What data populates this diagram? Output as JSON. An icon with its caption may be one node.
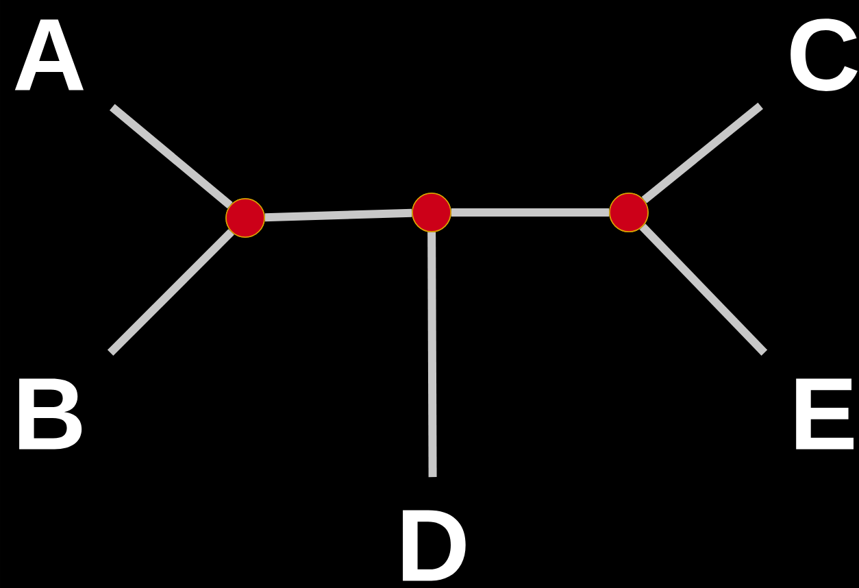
{
  "diagram": {
    "nodes": [
      {
        "text": [
          "A"
        ]
      },
      {
        "text": [
          "C"
        ]
      },
      {
        "text": [],
        "shape": "circle"
      },
      {
        "text": [],
        "shape": "circle"
      },
      {
        "text": [],
        "shape": "circle"
      },
      {
        "text": [
          "B"
        ]
      },
      {
        "text": [
          "E"
        ]
      },
      {
        "text": [
          "D"
        ]
      }
    ],
    "edges": [
      {
        "from": 0,
        "to": 2,
        "arrow": "none"
      },
      {
        "from": 5,
        "to": 2,
        "arrow": "none"
      },
      {
        "from": 2,
        "to": 3,
        "arrow": "none"
      },
      {
        "from": 3,
        "to": 7,
        "arrow": "none"
      },
      {
        "from": 3,
        "to": 4,
        "arrow": "none"
      },
      {
        "from": 4,
        "to": 1,
        "arrow": "none"
      },
      {
        "from": 4,
        "to": 6,
        "arrow": "none"
      }
    ]
  }
}
